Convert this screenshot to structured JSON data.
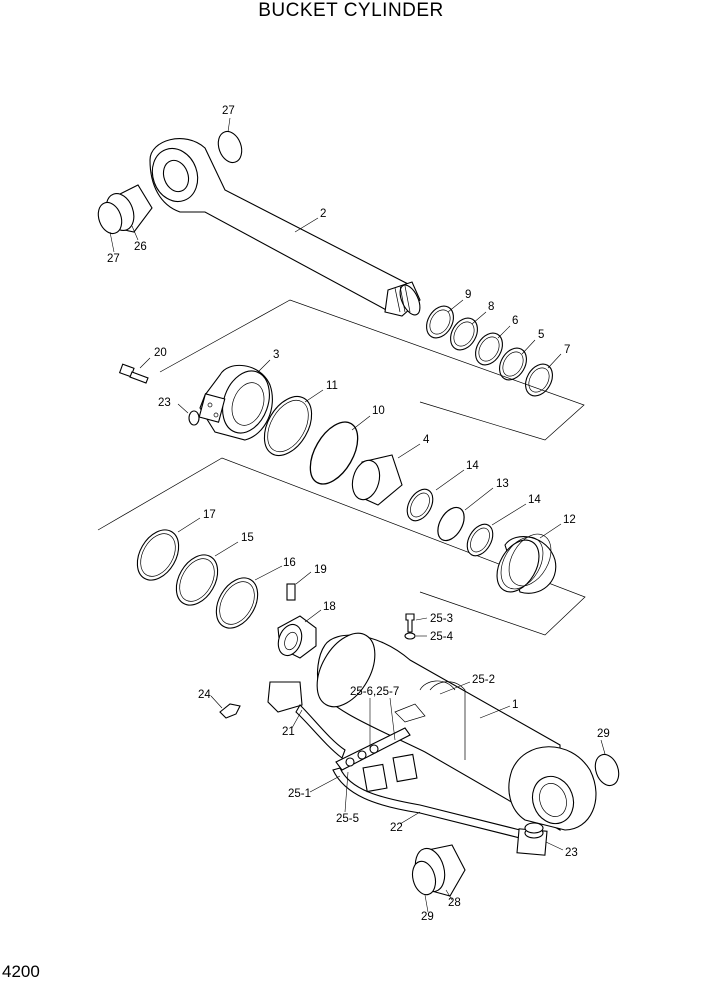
{
  "title": "BUCKET CYLINDER",
  "page_number": "4200",
  "callouts": {
    "c1": "1",
    "c2": "2",
    "c3": "3",
    "c4": "4",
    "c5": "5",
    "c6": "6",
    "c7": "7",
    "c8": "8",
    "c9": "9",
    "c10": "10",
    "c11": "11",
    "c12": "12",
    "c13": "13",
    "c14a": "14",
    "c14b": "14",
    "c15": "15",
    "c16": "16",
    "c17": "17",
    "c18": "18",
    "c19": "19",
    "c20": "20",
    "c21": "21",
    "c22": "22",
    "c23a": "23",
    "c23b": "23",
    "c24": "24",
    "c25_1": "25-1",
    "c25_2": "25-2",
    "c25_3": "25-3",
    "c25_4": "25-4",
    "c25_5": "25-5",
    "c25_67": "25-6,25-7",
    "c26": "26",
    "c27a": "27",
    "c27b": "27",
    "c28": "28",
    "c29a": "29",
    "c29b": "29"
  }
}
